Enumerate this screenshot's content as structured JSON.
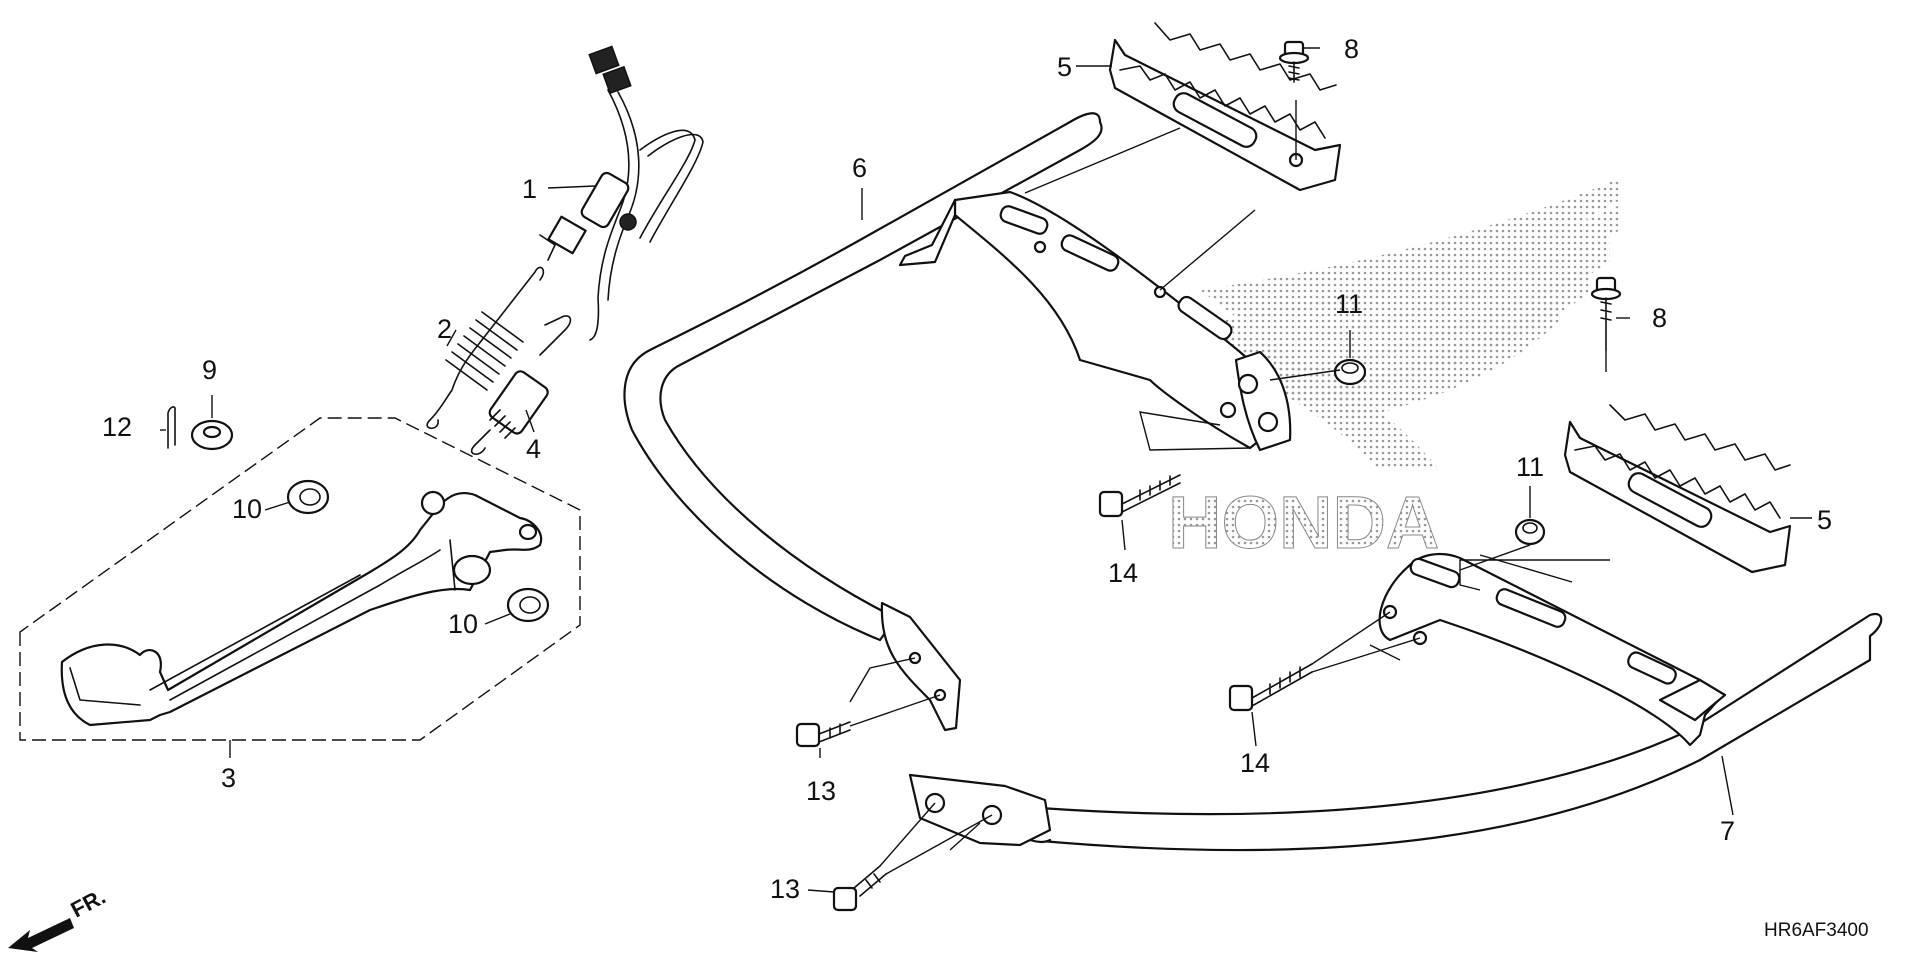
{
  "diagram": {
    "callouts": [
      {
        "id": "c1",
        "label": "1"
      },
      {
        "id": "c2",
        "label": "2"
      },
      {
        "id": "c3",
        "label": "3"
      },
      {
        "id": "c4",
        "label": "4"
      },
      {
        "id": "c5a",
        "label": "5"
      },
      {
        "id": "c5b",
        "label": "5"
      },
      {
        "id": "c6",
        "label": "6"
      },
      {
        "id": "c7",
        "label": "7"
      },
      {
        "id": "c8a",
        "label": "8"
      },
      {
        "id": "c8b",
        "label": "8"
      },
      {
        "id": "c9",
        "label": "9"
      },
      {
        "id": "c10a",
        "label": "10"
      },
      {
        "id": "c10b",
        "label": "10"
      },
      {
        "id": "c11a",
        "label": "11"
      },
      {
        "id": "c11b",
        "label": "11"
      },
      {
        "id": "c12",
        "label": "12"
      },
      {
        "id": "c13a",
        "label": "13"
      },
      {
        "id": "c13b",
        "label": "13"
      },
      {
        "id": "c14a",
        "label": "14"
      },
      {
        "id": "c14b",
        "label": "14"
      }
    ],
    "direction_label": "FR.",
    "diagram_code": "HR6AF3400",
    "watermark_brand": "HONDA",
    "colors": {
      "line": "#111111",
      "background": "#ffffff",
      "watermark": "#9a9a9a"
    }
  }
}
